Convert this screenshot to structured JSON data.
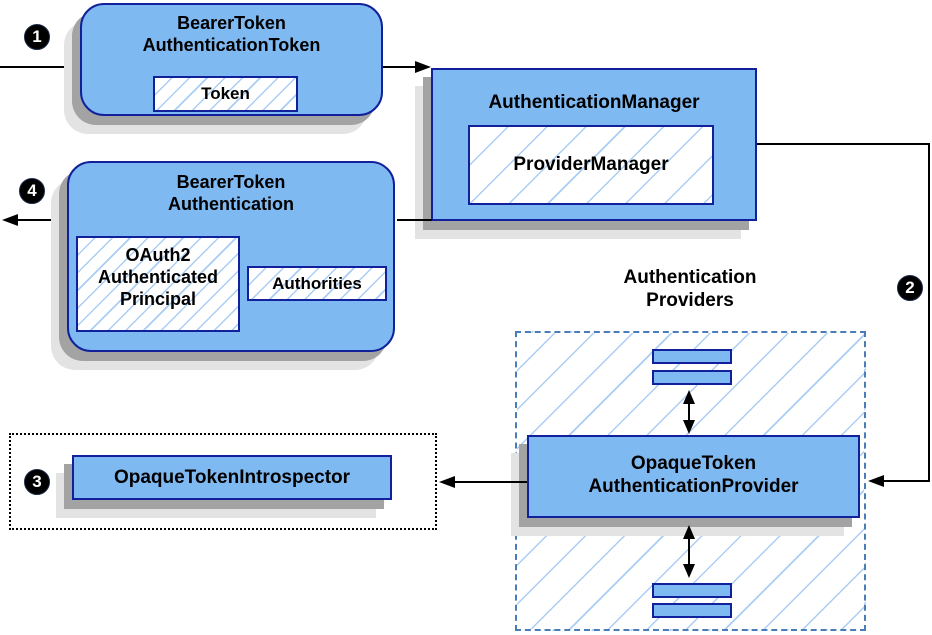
{
  "colors": {
    "node_fill": "#7FB9F2",
    "node_border": "#10219B",
    "hatch_line": "#A9CEF5",
    "shadow_dark": "#A3A3A3",
    "shadow_light": "#E3E3E3",
    "providers_dashed_border": "#4A7CB8",
    "introspector_dotted_border": "#000000",
    "arrow": "#000000",
    "badge_background": "#000000",
    "badge_text": "#FFFFFF"
  },
  "badges": {
    "step1": "1",
    "step2": "2",
    "step3": "3",
    "step4": "4"
  },
  "nodes": {
    "bearer_token_authentication_token": {
      "title_line1": "BearerToken",
      "title_line2": "AuthenticationToken",
      "token_label": "Token"
    },
    "authentication_manager": {
      "title": "AuthenticationManager",
      "provider_manager_label": "ProviderManager"
    },
    "bearer_token_authentication": {
      "title_line1": "BearerToken",
      "title_line2": "Authentication",
      "principal_line1": "OAuth2",
      "principal_line2": "Authenticated",
      "principal_line3": "Principal",
      "authorities_label": "Authorities"
    },
    "authentication_providers": {
      "heading_line1": "Authentication",
      "heading_line2": "Providers",
      "provider_title_line1": "OpaqueToken",
      "provider_title_line2": "AuthenticationProvider"
    },
    "opaque_token_introspector": {
      "label": "OpaqueTokenIntrospector"
    }
  }
}
